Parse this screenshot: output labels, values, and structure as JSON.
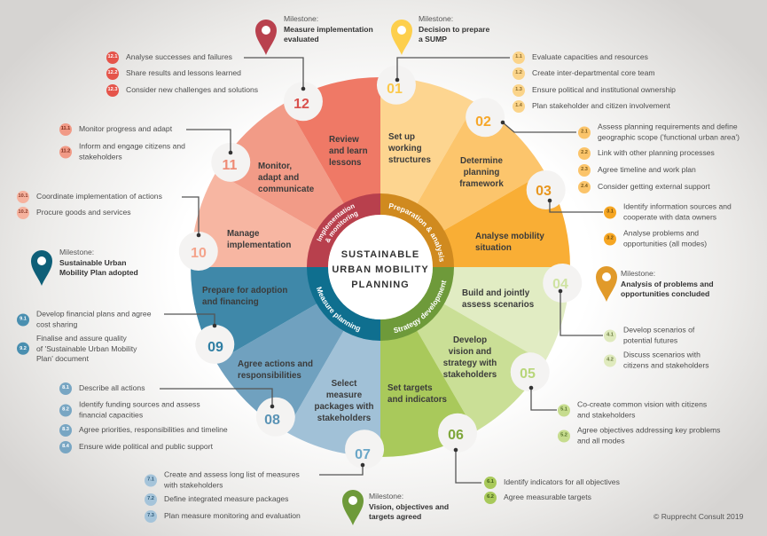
{
  "center_title": [
    "SUSTAINABLE",
    "URBAN MOBILITY",
    "PLANNING"
  ],
  "phases": [
    {
      "name": "Preparation & analysis",
      "color": "#d08a1f"
    },
    {
      "name": "Strategy development",
      "color": "#6e9a3a"
    },
    {
      "name": "Measure planning",
      "color": "#0f6f8f"
    },
    {
      "name": "Implementation",
      "name2": "& monitoring",
      "color": "#b8404d"
    }
  ],
  "steps": [
    {
      "num": "01",
      "label": [
        "Set up",
        "working",
        "structures"
      ],
      "color": "#fdd590",
      "num_color": "#fbc94c",
      "badge_color": "#fbd48a",
      "badge_text": "#8a6a2a",
      "tasks": [
        {
          "id": "1.1",
          "text": [
            "Evaluate capacities and resources"
          ]
        },
        {
          "id": "1.2",
          "text": [
            "Create inter-departmental core team"
          ]
        },
        {
          "id": "1.3",
          "text": [
            "Ensure political and institutional ownership"
          ]
        },
        {
          "id": "1.4",
          "text": [
            "Plan stakeholder and citizen involvement"
          ]
        }
      ]
    },
    {
      "num": "02",
      "label": [
        "Determine",
        "planning",
        "framework"
      ],
      "color": "#fcc56c",
      "num_color": "#f6a72a",
      "badge_color": "#fbc46a",
      "badge_text": "#7a5a1a",
      "tasks": [
        {
          "id": "2.1",
          "text": [
            "Assess planning requirements and define",
            "geographic scope ('functional urban area')"
          ]
        },
        {
          "id": "2.2",
          "text": [
            "Link with other planning processes"
          ]
        },
        {
          "id": "2.3",
          "text": [
            "Agree timeline and work plan"
          ]
        },
        {
          "id": "2.4",
          "text": [
            "Consider getting external support"
          ]
        }
      ]
    },
    {
      "num": "03",
      "label": [
        "Analyse mobility",
        "situation"
      ],
      "color": "#f9ae35",
      "num_color": "#e8961e",
      "badge_color": "#f6a623",
      "badge_text": "#6a4a10",
      "tasks": [
        {
          "id": "3.1",
          "text": [
            "Identify information sources and",
            "cooperate with data owners"
          ]
        },
        {
          "id": "3.2",
          "text": [
            "Analyse problems and",
            "opportunities (all modes)"
          ]
        }
      ]
    },
    {
      "num": "04",
      "label": [
        "Build and jointly",
        "assess scenarios"
      ],
      "color": "#e1ecc3",
      "num_color": "#cfe3a2",
      "badge_color": "#dfeabd",
      "badge_text": "#6a7a40",
      "tasks": [
        {
          "id": "4.1",
          "text": [
            "Develop scenarios of",
            "potential futures"
          ]
        },
        {
          "id": "4.2",
          "text": [
            "Discuss scenarios with",
            "citizens and stakeholders"
          ]
        }
      ]
    },
    {
      "num": "05",
      "label": [
        "Develop",
        "vision and",
        "strategy with",
        "stakeholders"
      ],
      "color": "#cadf96",
      "num_color": "#b8d67a",
      "badge_color": "#c6dc8e",
      "badge_text": "#55702a",
      "tasks": [
        {
          "id": "5.1",
          "text": [
            "Co-create common vision with citizens",
            "and stakeholders"
          ]
        },
        {
          "id": "5.2",
          "text": [
            "Agree objectives addressing key problems",
            "and all modes"
          ]
        }
      ]
    },
    {
      "num": "06",
      "label": [
        "Set targets",
        "and indicators"
      ],
      "color": "#a9c95b",
      "num_color": "#7ea63a",
      "badge_color": "#a8c95a",
      "badge_text": "#3f5a18",
      "tasks": [
        {
          "id": "6.1",
          "text": [
            "Identify indicators for all objectives"
          ]
        },
        {
          "id": "6.2",
          "text": [
            "Agree measurable targets"
          ]
        }
      ]
    },
    {
      "num": "07",
      "label": [
        "Select",
        "measure",
        "packages with",
        "stakeholders"
      ],
      "color": "#a1c1d7",
      "num_color": "#6aa6c7",
      "badge_color": "#a5c4da",
      "badge_text": "#2d5a78",
      "tasks": [
        {
          "id": "7.1",
          "text": [
            "Create and assess long list of measures",
            "with stakeholders"
          ]
        },
        {
          "id": "7.2",
          "text": [
            "Define integrated measure packages"
          ]
        },
        {
          "id": "7.3",
          "text": [
            "Plan measure monitoring and evaluation"
          ]
        }
      ]
    },
    {
      "num": "08",
      "label": [
        "Agree actions and",
        "responsibilities"
      ],
      "color": "#70a1bf",
      "num_color": "#5a93b5",
      "badge_color": "#78a6c3",
      "badge_text": "#ffffff",
      "tasks": [
        {
          "id": "8.1",
          "text": [
            "Describe all actions"
          ]
        },
        {
          "id": "8.2",
          "text": [
            "Identify funding sources and assess",
            "financial capacities"
          ]
        },
        {
          "id": "8.3",
          "text": [
            "Agree priorities, responsibilities and timeline"
          ]
        },
        {
          "id": "8.4",
          "text": [
            "Ensure wide political and public support"
          ]
        }
      ]
    },
    {
      "num": "09",
      "label": [
        "Prepare for adoption",
        "and financing"
      ],
      "color": "#3f88a9",
      "num_color": "#2f7ea3",
      "badge_color": "#4a8fb0",
      "badge_text": "#ffffff",
      "tasks": [
        {
          "id": "9.1",
          "text": [
            "Develop financial plans and agree",
            "cost sharing"
          ]
        },
        {
          "id": "9.2",
          "text": [
            "Finalise and assure quality",
            "of 'Sustainable Urban Mobility",
            "Plan' document"
          ]
        }
      ]
    },
    {
      "num": "10",
      "label": [
        "Manage",
        "implementation"
      ],
      "color": "#f7b6a2",
      "num_color": "#f4a48c",
      "badge_color": "#f6b29e",
      "badge_text": "#8a3a2a",
      "tasks": [
        {
          "id": "10.1",
          "text": [
            "Coordinate implementation of actions"
          ]
        },
        {
          "id": "10.2",
          "text": [
            "Procure goods and services"
          ]
        }
      ]
    },
    {
      "num": "11",
      "label": [
        "Monitor,",
        "adapt and",
        "communicate"
      ],
      "color": "#f29b87",
      "num_color": "#ee8a74",
      "badge_color": "#f19a86",
      "badge_text": "#7a2a1a",
      "tasks": [
        {
          "id": "11.1",
          "text": [
            "Monitor progress and adapt"
          ]
        },
        {
          "id": "11.2",
          "text": [
            "Inform and engage citizens and",
            "stakeholders"
          ]
        }
      ]
    },
    {
      "num": "12",
      "label": [
        "Review",
        "and learn",
        "lessons"
      ],
      "color": "#ef7966",
      "num_color": "#d9514d",
      "badge_color": "#e5544a",
      "badge_text": "#ffffff",
      "tasks": [
        {
          "id": "12.1",
          "text": [
            "Analyse successes and failures"
          ]
        },
        {
          "id": "12.2",
          "text": [
            "Share results and lessons learned"
          ]
        },
        {
          "id": "12.3",
          "text": [
            "Consider new challenges and solutions"
          ]
        }
      ]
    }
  ],
  "milestones": [
    {
      "prefix": "Milestone:",
      "text": [
        "Measure implementation",
        "evaluated"
      ],
      "color": "#b9414e"
    },
    {
      "prefix": "Milestone:",
      "text": [
        "Decision to prepare",
        "a SUMP"
      ],
      "color": "#fdcf4c"
    },
    {
      "prefix": "Milestone:",
      "text": [
        "Sustainable Urban",
        "Mobility Plan adopted"
      ],
      "color": "#0e5f78"
    },
    {
      "prefix": "Milestone:",
      "text": [
        "Analysis of problems and",
        "opportunities concluded"
      ],
      "color": "#e19a2a"
    },
    {
      "prefix": "Milestone:",
      "text": [
        "Vision, objectives and",
        "targets agreed"
      ],
      "color": "#6e9a3a"
    }
  ],
  "copyright": "© Rupprecht Consult 2019"
}
